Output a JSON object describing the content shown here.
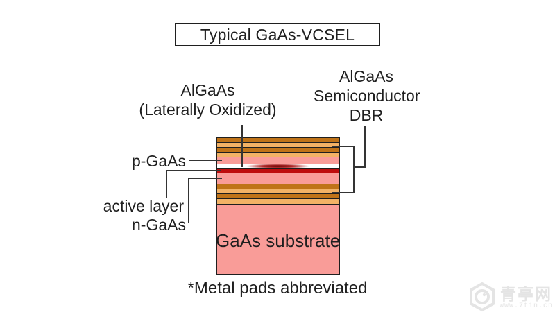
{
  "title": "Typical GaAs-VCSEL",
  "labels": {
    "oxidized_line1": "AlGaAs",
    "oxidized_line2": "(Laterally Oxidized)",
    "dbr_line1": "AlGaAs",
    "dbr_line2": "Semiconductor",
    "dbr_line3": "DBR",
    "p_gaas": "p-GaAs",
    "active_layer": "active layer",
    "n_gaas": "n-GaAs",
    "substrate": "GaAs substrate",
    "footnote": "*Metal pads abbreviated"
  },
  "colors": {
    "dbr_dark_orange": "#BF7318",
    "dbr_light_orange": "#F2B266",
    "gaas_pink": "#F99C98",
    "active_dark_red": "#BE0D0D",
    "oxide_white": "#FFFFFF",
    "oxide_aperture_red": "#5E0000",
    "outline_black": "#1F1F1F",
    "pointer_line": "#343434",
    "watermark_gray": "#E4E4E4"
  },
  "diagram": {
    "layers": [
      {
        "name": "dbr-top-dark-1",
        "color_key": "dbr_dark_orange",
        "h": 6
      },
      {
        "name": "dbr-top-light-1",
        "color_key": "dbr_light_orange",
        "h": 6
      },
      {
        "name": "dbr-top-dark-2",
        "color_key": "dbr_dark_orange",
        "h": 6
      },
      {
        "name": "dbr-top-light-2",
        "color_key": "dbr_light_orange",
        "h": 6
      },
      {
        "name": "p-gaas",
        "color_key": "gaas_pink",
        "h": 9
      },
      {
        "name": "oxide-aperture",
        "color_key": "oxide_white",
        "h": 5,
        "oxide": true
      },
      {
        "name": "active-layer",
        "color_key": "active_dark_red",
        "h": 6
      },
      {
        "name": "n-gaas",
        "color_key": "gaas_pink",
        "h": 15
      },
      {
        "name": "dbr-bottom-dark-1",
        "color_key": "dbr_dark_orange",
        "h": 6
      },
      {
        "name": "dbr-bottom-light-1",
        "color_key": "dbr_light_orange",
        "h": 6
      },
      {
        "name": "dbr-bottom-dark-2",
        "color_key": "dbr_dark_orange",
        "h": 6
      },
      {
        "name": "dbr-bottom-light-2",
        "color_key": "dbr_light_orange",
        "h": 7
      },
      {
        "name": "substrate",
        "color_key": "gaas_pink",
        "h": 100
      }
    ]
  },
  "watermark": {
    "name": "青亭网",
    "url": "www.7tin.cn"
  }
}
